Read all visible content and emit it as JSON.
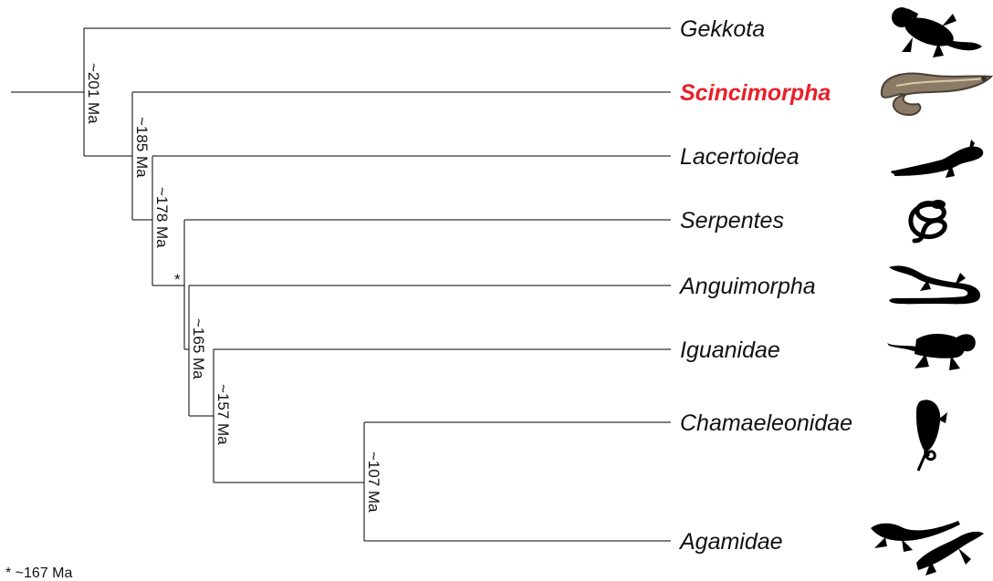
{
  "taxa": [
    {
      "name": "Gekkota",
      "highlight": false,
      "icon": "gecko-silhouette-icon"
    },
    {
      "name": "Scincimorpha",
      "highlight": true,
      "icon": "skink-photo-icon"
    },
    {
      "name": "Lacertoidea",
      "highlight": false,
      "icon": "lizard-silhouette-icon"
    },
    {
      "name": "Serpentes",
      "highlight": false,
      "icon": "snake-silhouette-icon"
    },
    {
      "name": "Anguimorpha",
      "highlight": false,
      "icon": "monitor-lizard-silhouette-icon"
    },
    {
      "name": "Iguanidae",
      "highlight": false,
      "icon": "iguana-silhouette-icon"
    },
    {
      "name": "Chamaeleonidae",
      "highlight": false,
      "icon": "chameleon-silhouette-icon"
    },
    {
      "name": "Agamidae",
      "highlight": false,
      "icon": "agamid-silhouette-icon"
    }
  ],
  "nodes": {
    "n201": "~201 Ma",
    "n185": "~185 Ma",
    "n178": "~178 Ma",
    "n167": "*",
    "n165": "~165 Ma",
    "n157": "~157 Ma",
    "n107": "~107 Ma"
  },
  "footnote": "* ~167 Ma",
  "colors": {
    "highlight": "#e8202a",
    "line": "#000000"
  }
}
